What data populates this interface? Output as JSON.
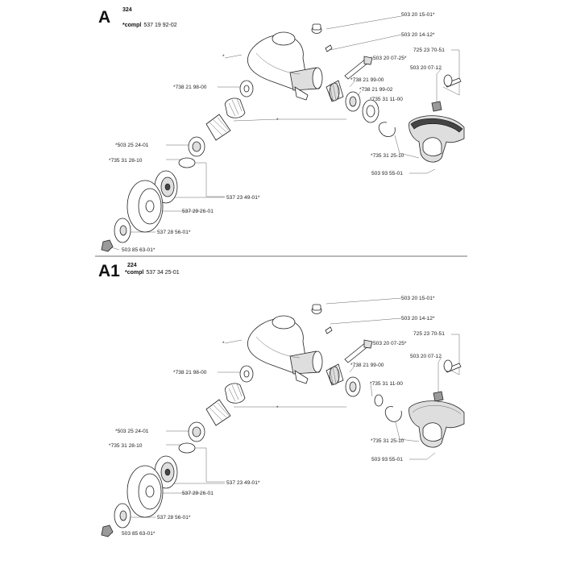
{
  "sections": [
    {
      "id": "A",
      "letter": "A",
      "model": "324",
      "compl_prefix": "*compl",
      "compl_number": "537 19 92-02",
      "labels": {
        "p503201501": "503 20 15-01*",
        "p503201412": "503 20 14-12*",
        "p503200725": "503 20 07-25*",
        "p725237051": "725 23 70-51",
        "p503200712": "503 20 07-12",
        "p738219800": "*738 21 98-00",
        "p738219900": "*738 21 99-00",
        "p738219902": "*738 21 99-02",
        "p735311100": "*735 31 11-00",
        "p503252401": "*503 25 24-01",
        "p735312810": "*735 31 28-10",
        "p735312510": "*735 31 25-10",
        "p503935501": "503 93 55-01",
        "p537234901": "537 23 49-01*",
        "p537292601": "537 29 26-01",
        "p537285601": "537 28 56-01*",
        "p503856301": "503 85 63-01*",
        "star1": "*",
        "star2": "*"
      }
    },
    {
      "id": "A1",
      "letter": "A1",
      "model": "224",
      "compl_prefix": "*compl",
      "compl_number": "537 34 25-01",
      "labels": {
        "p503201501": "503 20 15-01*",
        "p503201412": "503 20 14-12*",
        "p503200725": "503 20 07-25*",
        "p725237051": "725 23 70-51",
        "p503200712": "503 20 07-12",
        "p738219800": "*738 21 98-00",
        "p738219900": "*738 21 99-00",
        "p735311100": "*735 31 11-00",
        "p503252401": "*503 25 24-01",
        "p735312810": "*735 31 28-10",
        "p735312510": "*735 31 25-10",
        "p503935501": "503 93 55-01",
        "p537234901": "537 23 49-01*",
        "p537292601": "537 29 26-01",
        "p537285601": "537 28 56-01*",
        "p503856301": "503 85 63-01*",
        "star1": "*",
        "star2": "*"
      }
    }
  ]
}
